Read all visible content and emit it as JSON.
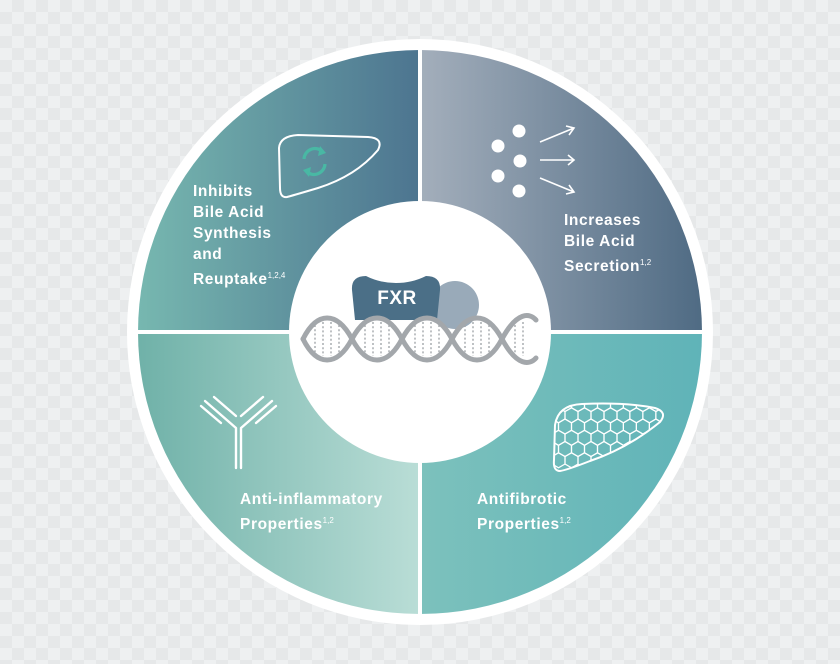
{
  "center": {
    "protein_label": "FXR"
  },
  "quadrants": [
    {
      "id": "q1",
      "icon": "liver-recycle-icon",
      "lines": [
        "Inhibits",
        "Bile Acid",
        "Synthesis",
        "and",
        "Reuptake"
      ],
      "refs": "1,2,4",
      "color_from": "#77b8b0",
      "color_to": "#4d7590"
    },
    {
      "id": "q2",
      "icon": "dots-arrows-icon",
      "lines": [
        "Increases",
        "Bile Acid",
        "Secretion"
      ],
      "refs": "1,2",
      "color_from": "#a3aebb",
      "color_to": "#4e6a83"
    },
    {
      "id": "q3",
      "icon": "antibody-icon",
      "lines": [
        "Anti-inflammatory",
        "Properties"
      ],
      "refs": "1,2",
      "color_from": "#6fb1a8",
      "color_to": "#b9ddd6"
    },
    {
      "id": "q4",
      "icon": "fibrotic-liver-icon",
      "lines": [
        "Antifibrotic",
        "Properties"
      ],
      "refs": "1,2",
      "color_from": "#7cc1bc",
      "color_to": "#5fb3b8"
    }
  ]
}
